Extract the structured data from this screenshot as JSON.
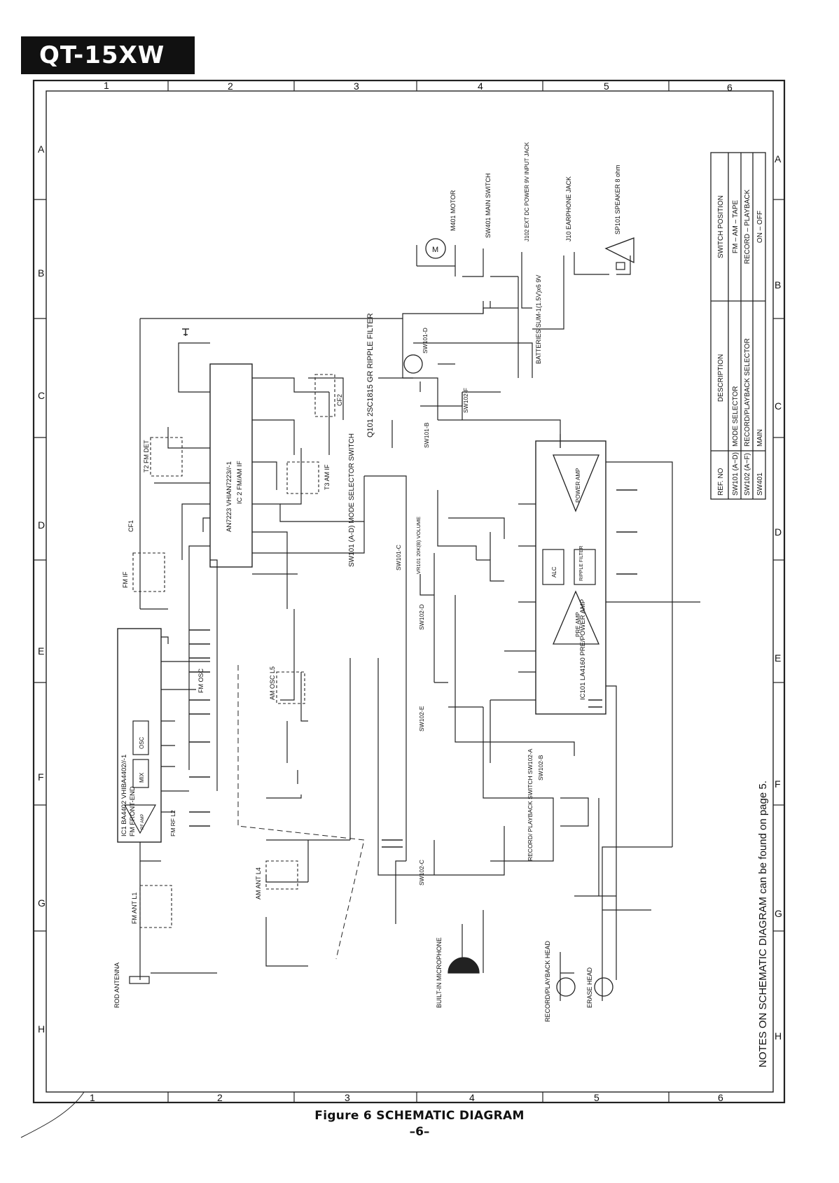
{
  "model": "QT-15XW",
  "grid": {
    "cols": [
      "1",
      "2",
      "3",
      "4",
      "5",
      "6"
    ],
    "rows": [
      "A",
      "B",
      "C",
      "D",
      "E",
      "F",
      "G",
      "H"
    ]
  },
  "switch_table": {
    "headers": [
      "REF. NO",
      "DESCRIPTION",
      "SWITCH POSITION"
    ],
    "rows": [
      [
        "SW101 (A~D)",
        "MODE SELECTOR",
        "FM – AM – TAPE"
      ],
      [
        "SW102 (A~F)",
        "RECORD/PLAYBACK SELECTOR",
        "RECORD – PLAYBACK"
      ],
      [
        "SW401",
        "MAIN",
        "ON – OFF"
      ]
    ]
  },
  "note": "NOTES ON SCHEMATIC DIAGRAM can be found on page 5.",
  "blocks": {
    "ic2": "AN7223 VHIAN7223//-1",
    "ic2_sub": "IC 2 FM/AM IF",
    "ic1": "IC1 BA4402 VHIBA4402//-1",
    "ic1_sub": "FM FRONT-END",
    "ic101": "IC101 LA4160 PRE/POWER AMP",
    "q101": "Q101 2SC1815 GR RIPPLE FILTER",
    "sw101a": "SW101 (A-D) MODE SELECTOR SWITCH",
    "power_amp": "POWER AMP",
    "pre_amp": "PRE AMP",
    "alc": "ALC",
    "ripple": "RIPPLE FILTER",
    "osc": "OSC",
    "mix": "MIX",
    "rf_amp": "RF AMP",
    "fm_det": "T2 FM DET",
    "am_if": "T3 AM IF",
    "fm_if": "FM IF",
    "cf1": "CF1",
    "cf2": "CF2",
    "am_osc": "AM OSC L5",
    "fm_osc": "FM OSC",
    "am_ant": "AM ANT L4",
    "fm_ant": "FM ANT L1",
    "rod_antenna": "ROD ANTENNA",
    "motor": "M401 MOTOR",
    "main_switch": "SW401 MAIN SWITCH",
    "dc_jack": "J102 EXT DC POWER 9V INPUT JACK",
    "earphone": "J10 EARPHONE JACK",
    "speaker": "SP101 SPEAKER 8 ohm",
    "batteries": "BATTERIES SUM-1(1.5V)x6 9V",
    "microphone": "BUILT-IN MICROPHONE",
    "rec_head": "RECORD/PLAYBACK HEAD",
    "erase_head": "ERASE HEAD",
    "rec_switch": "RECORD/ PLAYBACK SWITCH SW102-A",
    "sw102b": "SW102-B",
    "sw102c": "SW102-C",
    "sw102d": "SW102-D",
    "sw102e": "SW102-E",
    "sw102f": "SW102-F",
    "sw101b": "SW101-B",
    "sw101c": "SW101-C",
    "sw101d": "SW101-D",
    "volume": "VR101 20K(B) VOLUME",
    "fm_rf": "FM RF L2"
  },
  "caption": "Figure 6 SCHEMATIC DIAGRAM",
  "page": "–6–"
}
